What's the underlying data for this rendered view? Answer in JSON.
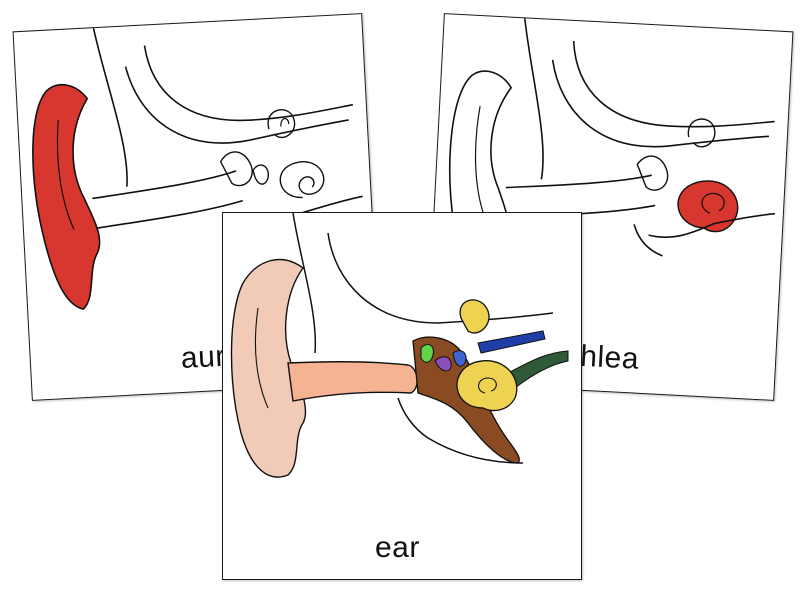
{
  "cards": [
    {
      "label": "auricle",
      "highlight": "auricle",
      "highlight_color": "#d7372f"
    },
    {
      "label": "cochlea",
      "highlight": "cochlea",
      "highlight_color": "#d7372f"
    },
    {
      "label": "ear",
      "highlight": "all",
      "colors": {
        "auricle": "#f2cbb8",
        "canal": "#f5b394",
        "bone": "#8a4a22",
        "cochlea": "#eed352",
        "vestibular_nerve": "#1f3fa8",
        "cochlear_nerve": "#2f5a3a",
        "malleus": "#5fd34a",
        "incus": "#8a4fb8",
        "stapes": "#3f66d0"
      }
    }
  ]
}
